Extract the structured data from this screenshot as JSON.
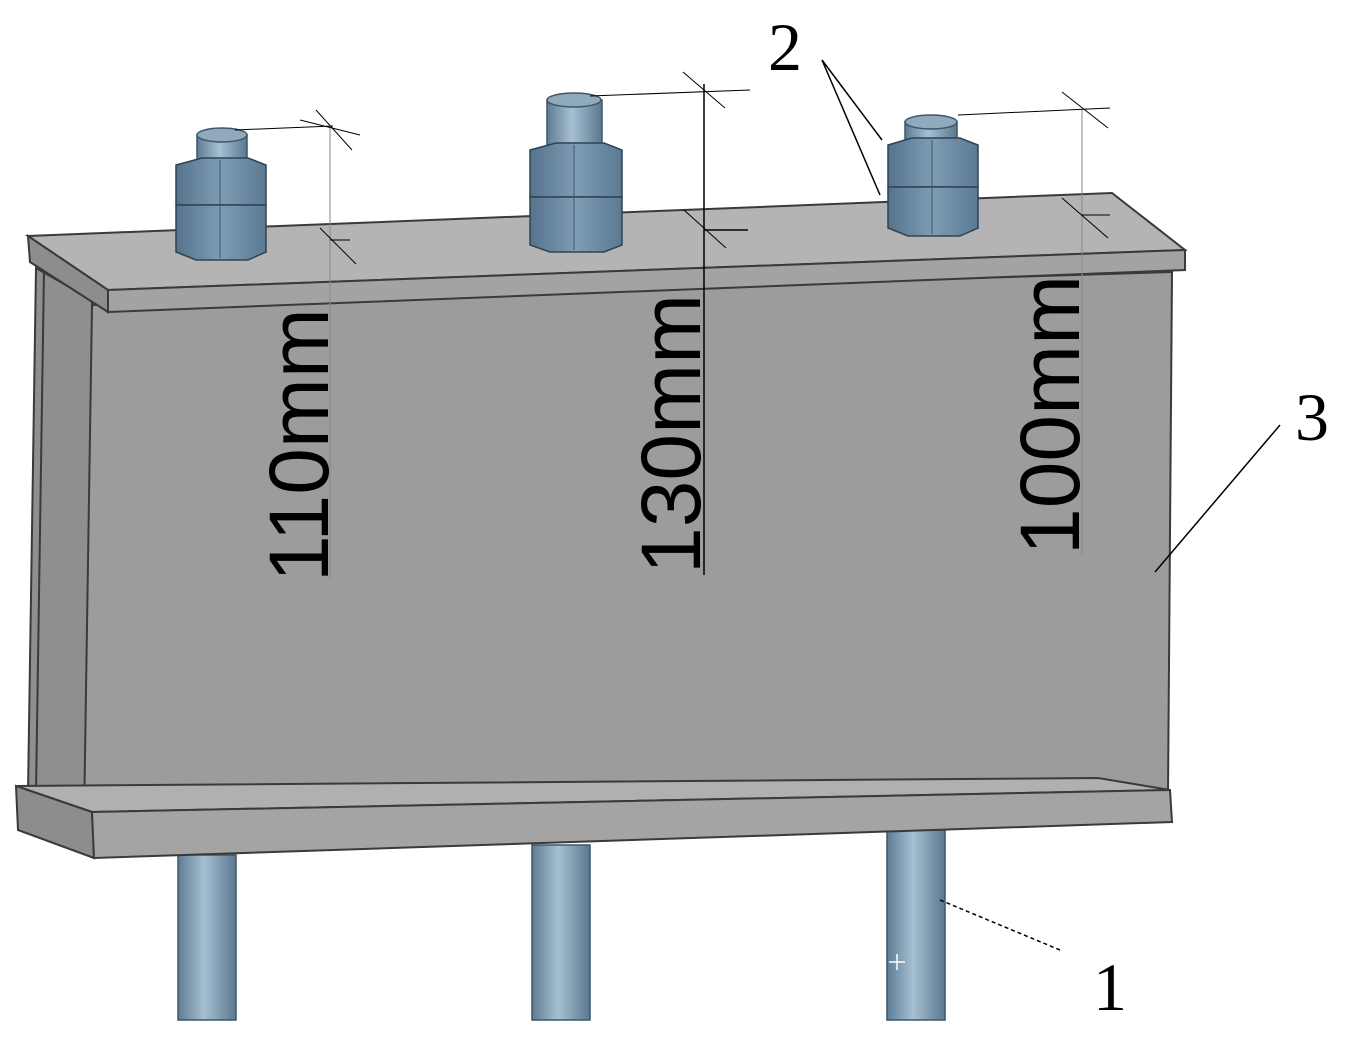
{
  "dimensions": [
    {
      "id": "left",
      "label": "110mm"
    },
    {
      "id": "middle",
      "label": "130mm"
    },
    {
      "id": "right",
      "label": "100mm"
    }
  ],
  "callouts": {
    "anchor_rod": "1",
    "nuts": "2",
    "beam": "3"
  },
  "colors": {
    "beam_face": "#9c9c9c",
    "beam_flange": "#a9a9a9",
    "beam_edge": "#3a3a3a",
    "rod": "#6f8fa8",
    "rod_highlight": "#9fb9cc",
    "nut": "#6f8ea8",
    "nut_dark": "#53718a",
    "dim_line": "#000000"
  }
}
